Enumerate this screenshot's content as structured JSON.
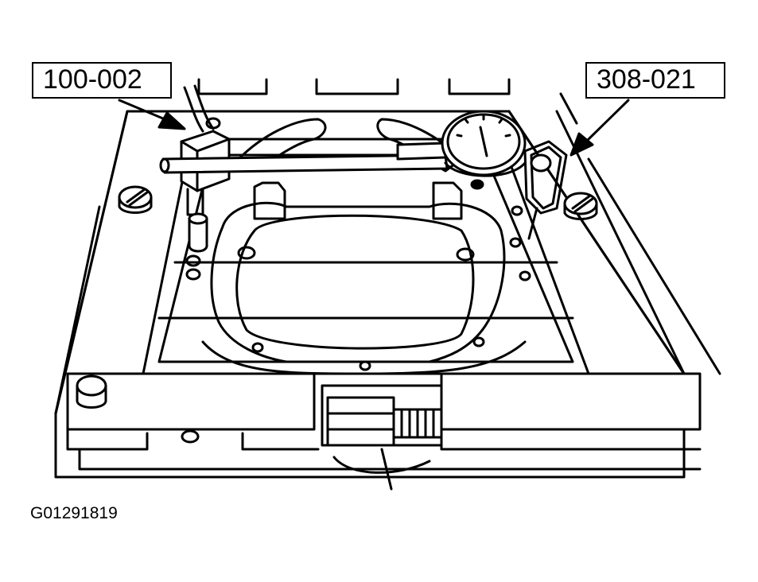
{
  "callouts": {
    "left_tool": "100-002",
    "right_tool": "308-021"
  },
  "figure_id": "G01291819",
  "colors": {
    "ink": "#000000",
    "paper": "#ffffff"
  }
}
